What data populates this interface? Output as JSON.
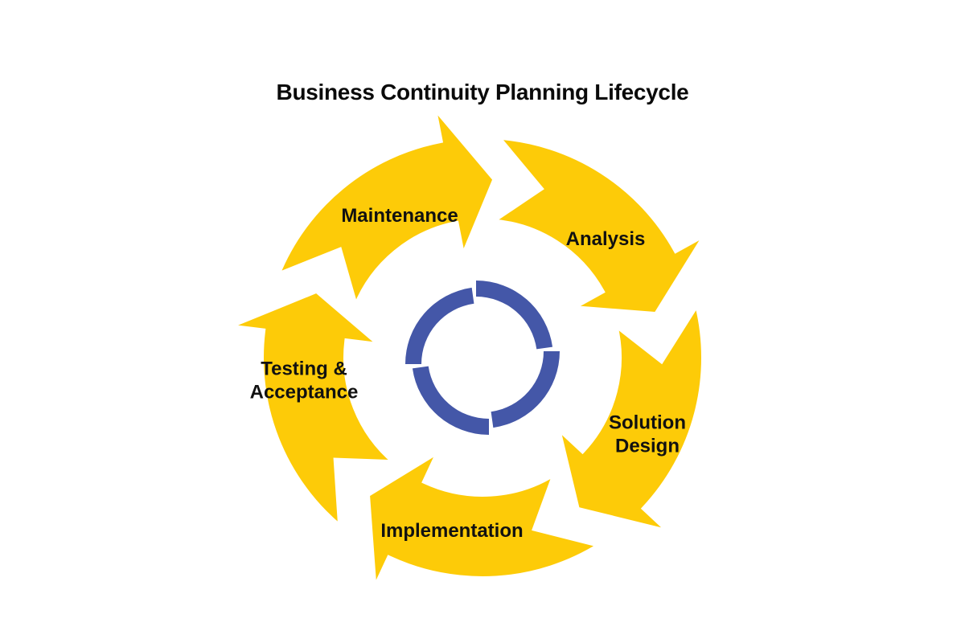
{
  "title": "Business Continuity Planning Lifecycle",
  "colors": {
    "arrow_fill": "#FDCB08",
    "arrow_outline": "#FFFFFF",
    "center_icon": "#4457A8",
    "text": "#111111",
    "background": "#FFFFFF"
  },
  "center_icon": "cycle-icon",
  "stages": [
    {
      "id": "analysis",
      "lines": [
        "Analysis"
      ]
    },
    {
      "id": "solution-design",
      "lines": [
        "Solution",
        "Design"
      ]
    },
    {
      "id": "implementation",
      "lines": [
        "Implementation"
      ]
    },
    {
      "id": "testing-acceptance",
      "lines": [
        "Testing &",
        "Acceptance"
      ]
    },
    {
      "id": "maintenance",
      "lines": [
        "Maintenance"
      ]
    }
  ]
}
